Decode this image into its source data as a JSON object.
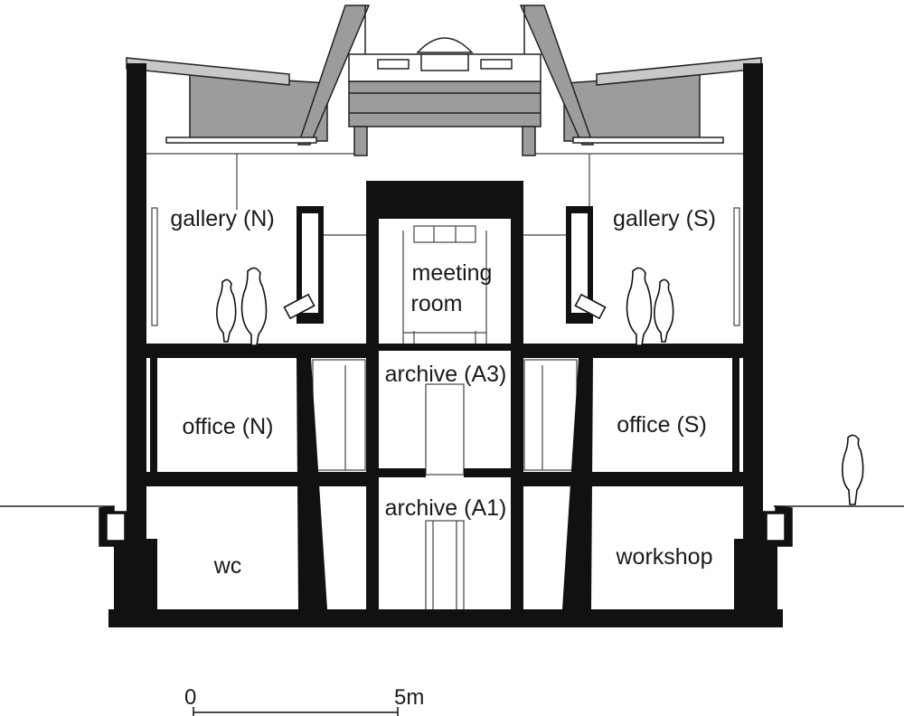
{
  "rooms": {
    "gallery_n": "gallery (N)",
    "gallery_s": "gallery (S)",
    "meeting_line1": "meeting",
    "meeting_line2": "room",
    "archive_a3": "archive (A3)",
    "office_n": "office (N)",
    "office_s": "office (S)",
    "archive_a1": "archive (A1)",
    "wc": "wc",
    "workshop": "workshop"
  },
  "scale_bar": {
    "start_label": "0",
    "end_label": "5m"
  },
  "colors": {
    "wall": "#111111",
    "roof_glazing": "#9c9c9c",
    "light_grey": "#c8c8c8",
    "line": "#222222"
  }
}
